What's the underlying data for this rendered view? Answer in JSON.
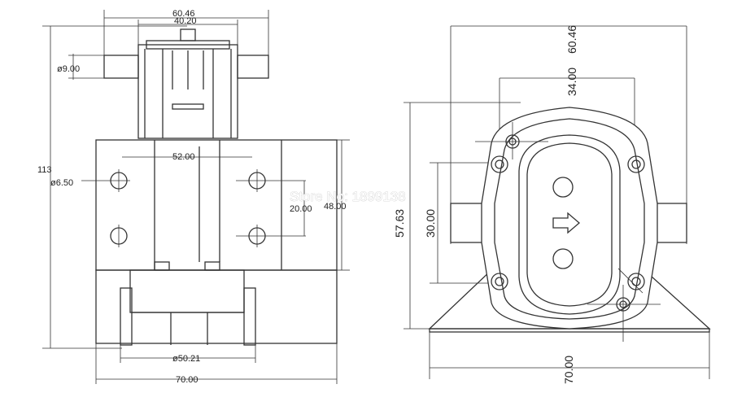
{
  "left_view": {
    "dim_width_top": "60.46",
    "dim_inner_top": "40.20",
    "dim_port_dia": "ø9.00",
    "dim_height": "113",
    "dim_hole_spacing": "52.00",
    "dim_hole_dia": "ø6.50",
    "dim_hole_vertical": "20.00",
    "dim_plate_height": "48.00",
    "dim_motor_dia": "ø50.21",
    "dim_base_width": "70.00"
  },
  "right_view": {
    "dim_width_top": "60.46",
    "dim_inner_top": "34.00",
    "dim_height": "57.63",
    "dim_port_spacing": "30.00",
    "dim_base_width": "70.00"
  },
  "watermark": "Store No: 1899138"
}
